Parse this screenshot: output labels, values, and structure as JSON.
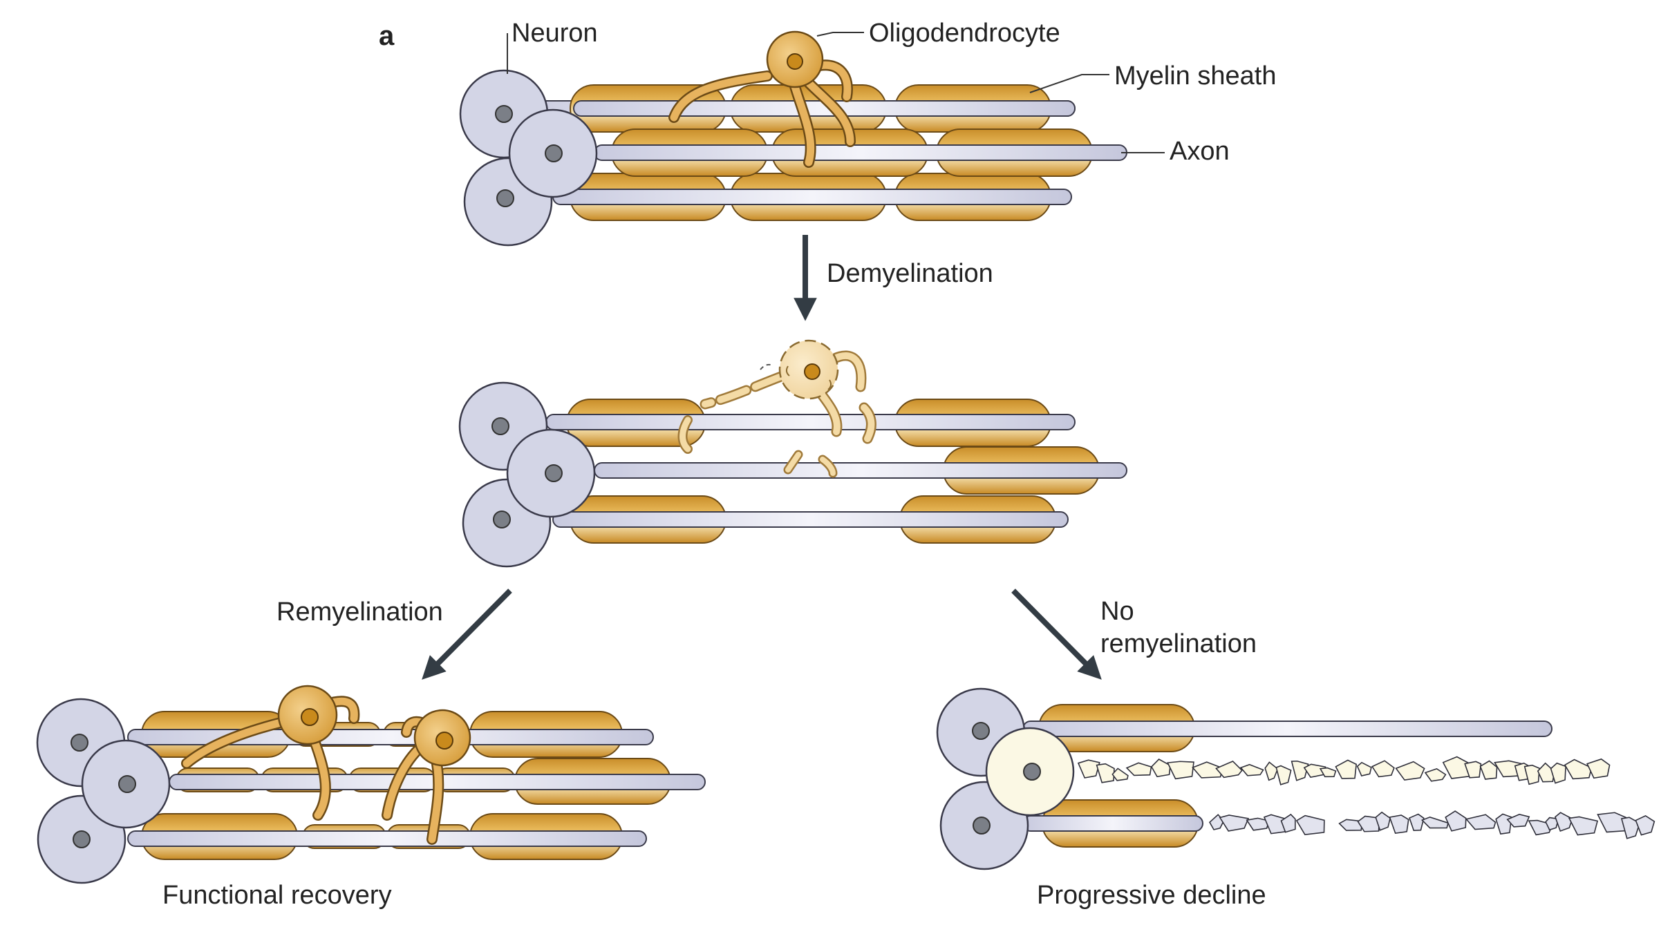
{
  "panel_letter": "a",
  "labels": {
    "neuron": "Neuron",
    "oligodendrocyte": "Oligodendrocyte",
    "myelin_sheath": "Myelin sheath",
    "axon": "Axon"
  },
  "transitions": {
    "demyelination": "Demyelination",
    "remyelination": "Remyelination",
    "no_remyelination_line1": "No",
    "no_remyelination_line2": "remyelination"
  },
  "outcomes": {
    "functional_recovery": "Functional recovery",
    "progressive_decline": "Progressive decline"
  },
  "colors": {
    "neuron_fill": "#d3d5e6",
    "neuron_stroke": "#3a3a4a",
    "nucleus": "#7b7f87",
    "myelin": "#d9a442",
    "myelin_light": "#f6e3b0",
    "axon": "#dfe0ee",
    "oligodendrocyte": "#e7b35e",
    "oligodendrocyte_light": "#f4dba6",
    "arrow": "#333c44",
    "damaged_neuron": "#fbf8e4"
  }
}
